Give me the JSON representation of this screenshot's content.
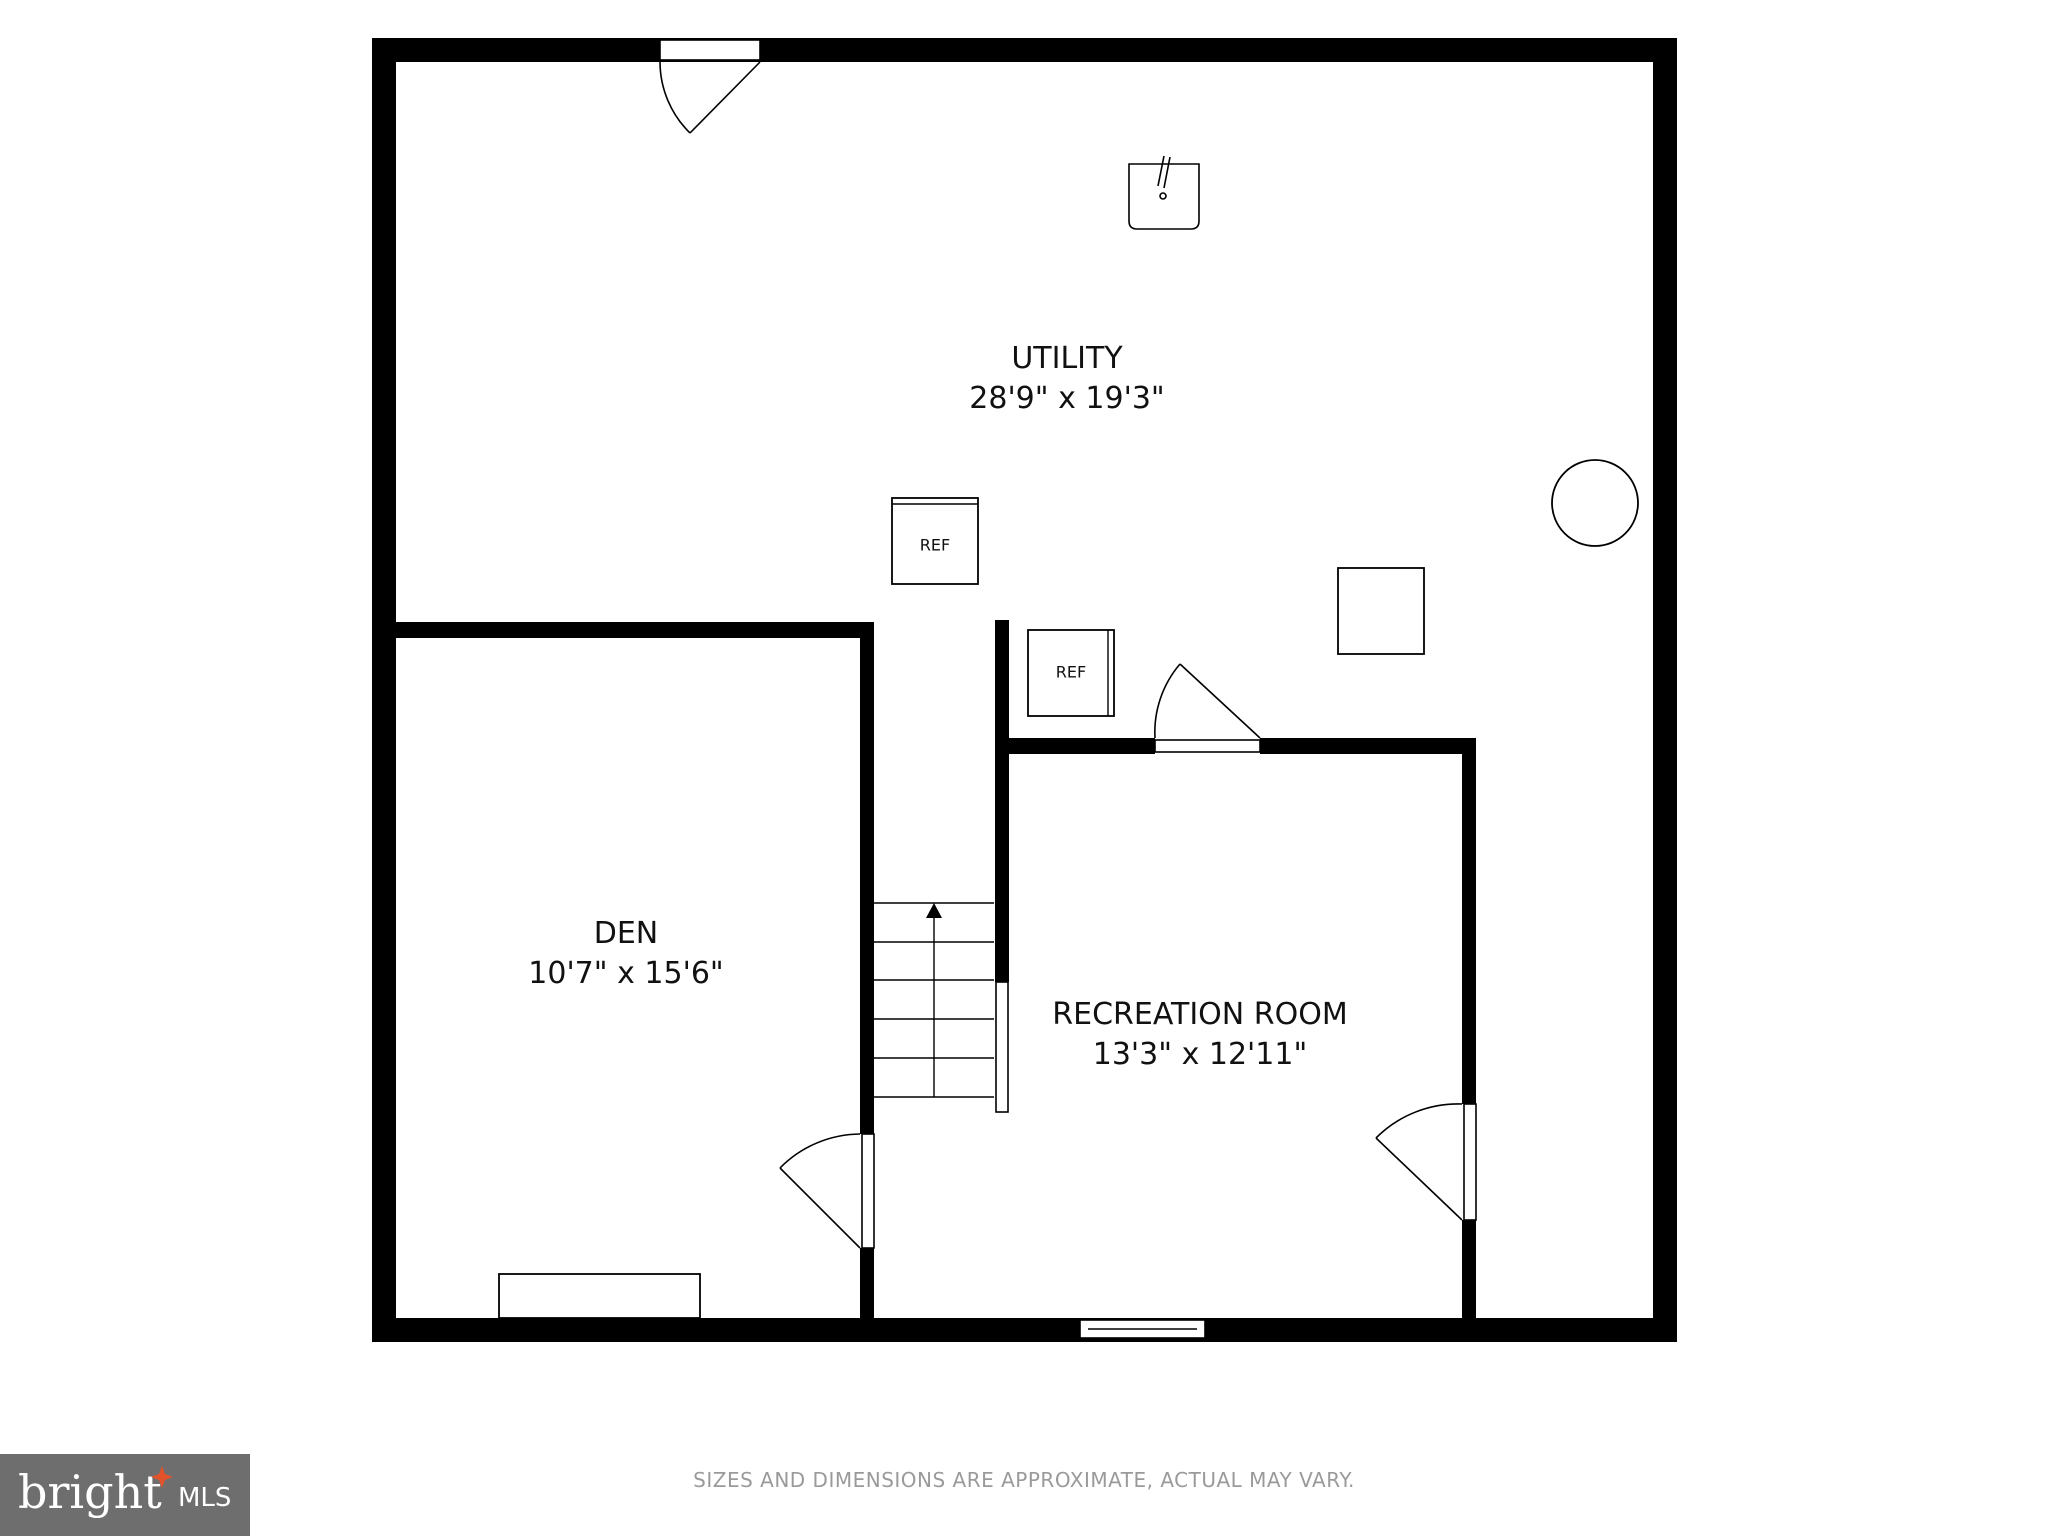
{
  "rooms": {
    "utility": {
      "name": "UTILITY",
      "size": "28'9\" x 19'3\""
    },
    "den": {
      "name": "DEN",
      "size": "10'7\" x 15'6\""
    },
    "recreation": {
      "name": "RECREATION ROOM",
      "size": "13'3\" x 12'11\""
    }
  },
  "fixtures": {
    "ref_1": "REF",
    "ref_2": "REF"
  },
  "footer": {
    "disclaimer": "SIZES AND DIMENSIONS ARE APPROXIMATE, ACTUAL MAY VARY."
  },
  "logo": {
    "brand": "bright",
    "suffix": "MLS",
    "bg_color": "#6e6e6e",
    "accent_color": "#e2532c"
  },
  "colors": {
    "wall": "#000000",
    "background": "#ffffff"
  }
}
